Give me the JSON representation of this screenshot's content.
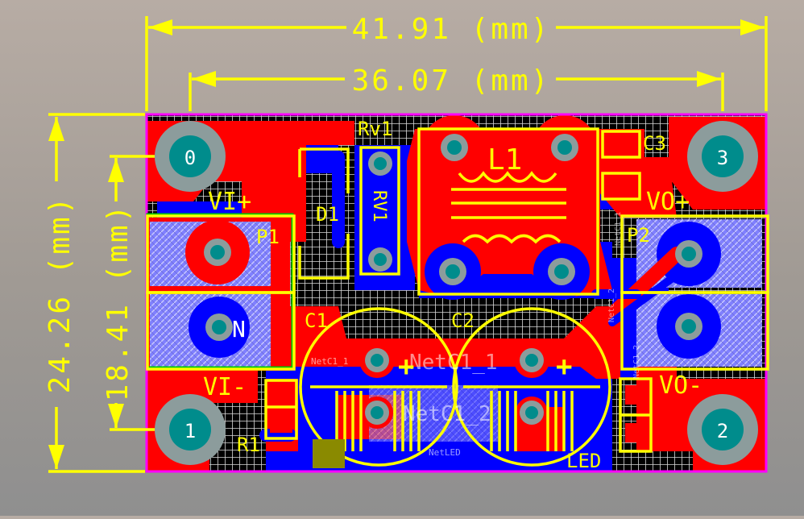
{
  "dimensions": {
    "overall_width": "41.91 (mm)",
    "inner_width": "36.07 (mm)",
    "overall_height": "24.26 (mm)",
    "inner_height": "18.41 (mm)"
  },
  "mounting_holes": [
    "0",
    "3",
    "1",
    "2"
  ],
  "designators": {
    "rv1": "Rv1",
    "rv1_body": "RV1",
    "d1": "D1",
    "l1": "L1",
    "c3": "C3",
    "p1": "P1",
    "p2": "P2",
    "c1": "C1",
    "c2": "C2",
    "r1": "R1",
    "led": "LED"
  },
  "io_labels": {
    "vi_plus": "VI+",
    "vi_minus": "VI-",
    "vo_plus": "VO+",
    "vo_minus": "VO-",
    "p1_pin": "N"
  },
  "net_labels": {
    "netc1_1": "NetC1_1",
    "netc1_2": "NetC1_2",
    "netc1_1_small": "NetC1_1",
    "netled": "NetLED",
    "netc1_side": "NetC1_2",
    "netr_side": "NetC1_1",
    "netc3_side": "NetC1_2"
  },
  "polarity": [
    "+",
    "+"
  ],
  "colors": {
    "board": "#ff0000",
    "bottom_copper": "#0000ff",
    "overlay": "#ffff00",
    "outline": "#ff00ff",
    "pad": "#8c9c9c",
    "hole": "#008c8c",
    "grid": "#000000",
    "keepout": "#00c000"
  }
}
